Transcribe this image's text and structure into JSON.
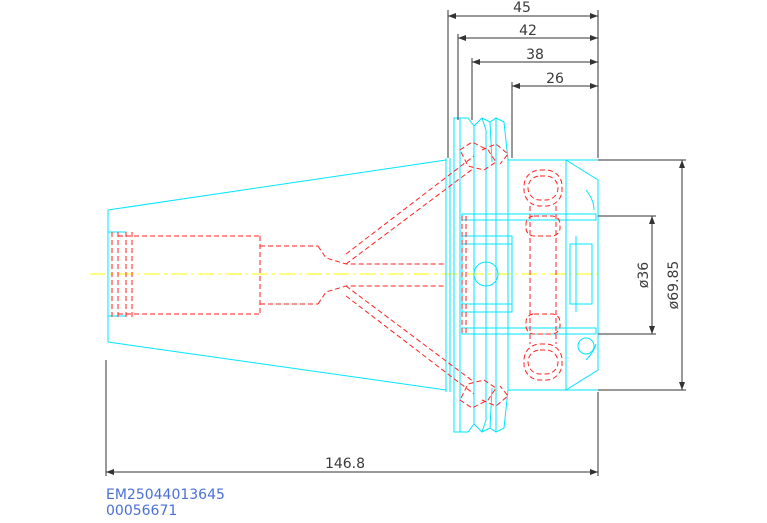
{
  "dimensions": {
    "d45": "45",
    "d42": "42",
    "d38": "38",
    "d26": "26",
    "length": "146.8",
    "dia36": "ø36",
    "dia69": "ø69.85"
  },
  "codes": {
    "line1": "EM25044013645",
    "line2": "00056671"
  },
  "colors": {
    "outline": "#00e5ff",
    "hidden": "#ff2222",
    "centerline": "#ffff00",
    "dimension": "#333333",
    "code_text": "#4a6fd8"
  }
}
